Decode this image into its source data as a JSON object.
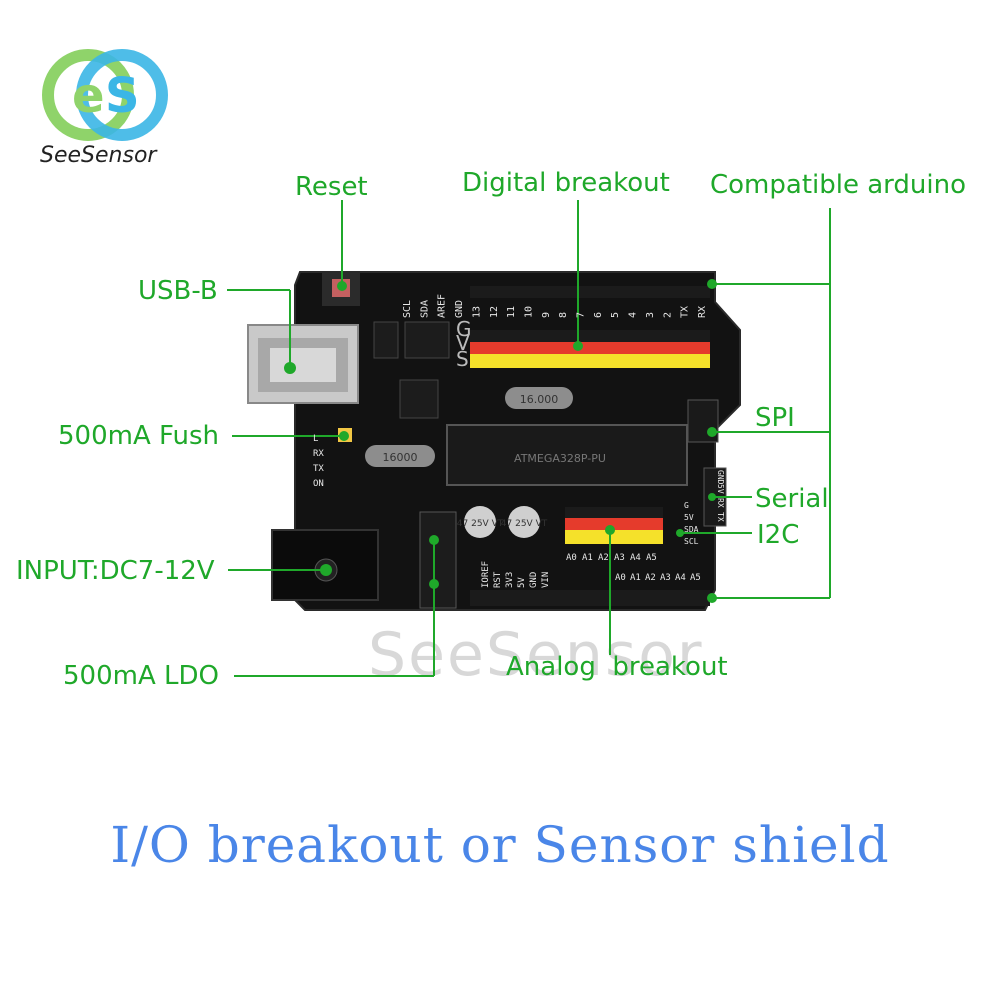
{
  "brand": {
    "name": "SeeSensor"
  },
  "watermark": "SeeSensor",
  "caption": "I/O breakout or Sensor shield",
  "accent_color": "#1fa82a",
  "callouts": {
    "reset": "Reset",
    "digital": "Digital breakout",
    "compatible": "Compatible arduino",
    "usb": "USB-B",
    "fuse": "500mA Fush",
    "spi": "SPI",
    "serial": "Serial",
    "i2c": "I2C",
    "input": "INPUT:DC7-12V",
    "ldo": "500mA LDO",
    "analog": "Analog  breakout"
  },
  "board": {
    "crystal1": "16.000",
    "crystal2": "16000",
    "chip": "ATMEGA328P-PU",
    "header_row_labels": [
      "G",
      "V",
      "S"
    ],
    "digital_pins": [
      "SCL",
      "SDA",
      "AREF",
      "GND",
      "13",
      "12",
      "11",
      "10",
      "9",
      "8",
      "7",
      "6",
      "5",
      "4",
      "3",
      "2",
      "TX",
      "RX"
    ],
    "power_pins": [
      "IOREF",
      "RST",
      "3V3",
      "5V",
      "GND",
      "VIN"
    ],
    "analog_pins": [
      "A0",
      "A1",
      "A2",
      "A3",
      "A4",
      "A5"
    ],
    "leds": [
      "L",
      "RX",
      "TX",
      "ON"
    ],
    "serial_pins": [
      "GND",
      "5V",
      "RX",
      "TX"
    ],
    "i2c_pins": [
      "G",
      "5V",
      "SDA",
      "SCL"
    ],
    "cap1": "47 25V VT",
    "cap2": "47 25V VT"
  }
}
